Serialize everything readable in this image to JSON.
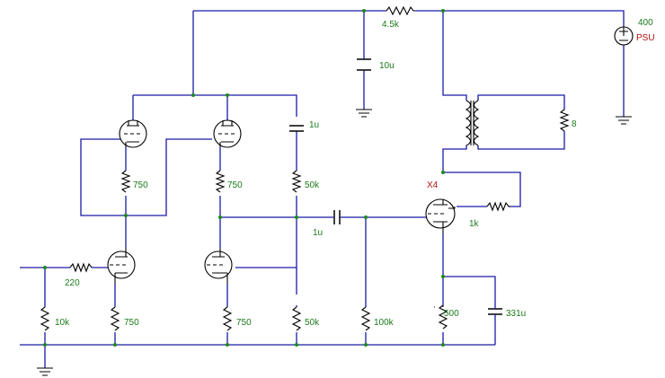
{
  "labels": {
    "r_top": "4.5k",
    "c_top": "10u",
    "psu_voltage": "400",
    "psu_name": "PSU",
    "c_coupling_top": "1u",
    "r_left_mid": "750",
    "r_mid_mid": "750",
    "r_right_mid": "50k",
    "r_speaker": "8",
    "tube_label": "X4",
    "c_coupling_mid": "1u",
    "r_grid_stop": "1k",
    "r_input_series": "220",
    "r_input_shunt": "10k",
    "r_left_bot": "750",
    "r_mid_bot": "750",
    "r_right_bot": "50k",
    "r_grid_leak": "100k",
    "r_cathode": "500",
    "c_cathode": "331u"
  }
}
